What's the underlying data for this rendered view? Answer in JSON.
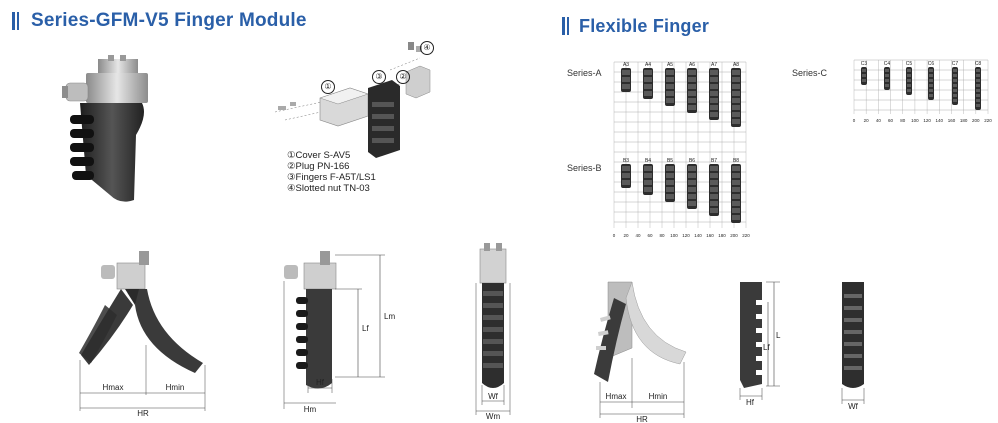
{
  "left_section": {
    "title": "Series-GFM-V5 Finger Module",
    "parts": [
      {
        "marker": "①",
        "label": "Cover S-AV5"
      },
      {
        "marker": "②",
        "label": "Plug PN-166"
      },
      {
        "marker": "③",
        "label": "Fingers F-A5T/LS1"
      },
      {
        "marker": "④",
        "label": "Slotted nut TN-03"
      }
    ],
    "callouts": [
      "①",
      "②",
      "③",
      "④"
    ],
    "dims_front": {
      "hmax": "Hmax",
      "hmin": "Hmin",
      "hr": "HR"
    },
    "dims_side": {
      "lm": "Lm",
      "lf": "Lf",
      "hf": "Hf",
      "hm": "Hm"
    },
    "dims_end": {
      "wf": "Wf",
      "wm": "Wm"
    }
  },
  "right_section": {
    "title": "Flexible Finger",
    "series_a": {
      "label": "Series-A",
      "fingers": [
        "A3",
        "A4",
        "A5",
        "A6",
        "A7",
        "A8"
      ],
      "lengths": [
        3,
        4,
        5,
        6,
        7,
        8
      ]
    },
    "series_b": {
      "label": "Series-B",
      "fingers": [
        "B3",
        "B4",
        "B5",
        "B6",
        "B7",
        "B8"
      ],
      "lengths": [
        3,
        4,
        5,
        6,
        7,
        8
      ]
    },
    "series_c": {
      "label": "Series-C",
      "fingers": [
        "C3",
        "C4",
        "C5",
        "C6",
        "C7",
        "C8"
      ],
      "lengths": [
        3,
        4,
        5,
        6,
        7,
        8
      ]
    },
    "scale_ab": [
      "0",
      "20",
      "40",
      "60",
      "80",
      "100",
      "120",
      "140",
      "160",
      "180",
      "200",
      "220"
    ],
    "scale_c": [
      "0",
      "20",
      "40",
      "60",
      "80",
      "100",
      "120",
      "140",
      "160",
      "180",
      "200",
      "220"
    ],
    "dims_front": {
      "hmax": "Hmax",
      "hmin": "Hmin",
      "hr": "HR"
    },
    "dims_side": {
      "l": "L",
      "lf": "Lf",
      "hf": "Hf"
    },
    "dims_end": {
      "wf": "Wf"
    }
  }
}
